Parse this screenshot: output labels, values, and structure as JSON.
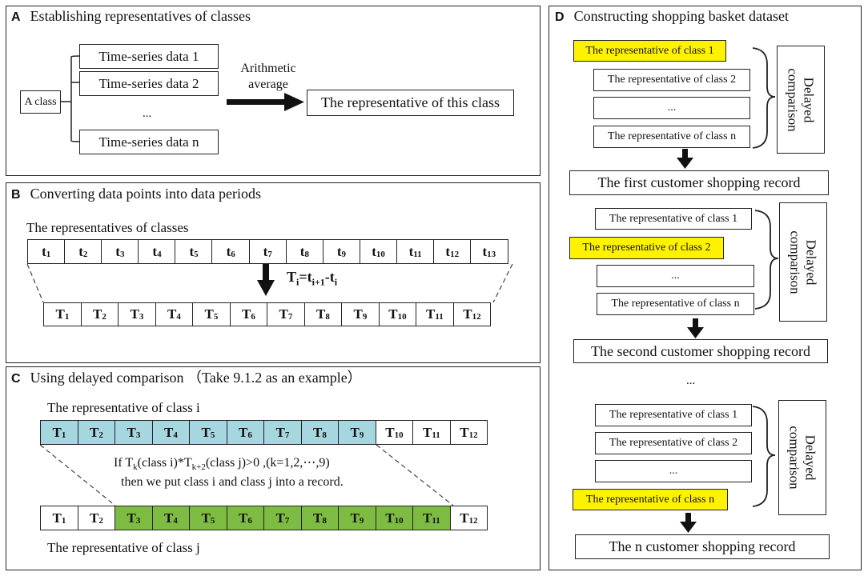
{
  "panelA": {
    "letter": "A",
    "title": "Establishing representatives of classes",
    "class_box": "A class",
    "series": [
      "Time-series data 1",
      "Time-series data 2",
      "Time-series data n"
    ],
    "ellipsis": "...",
    "arrow_label_1": "Arithmetic",
    "arrow_label_2": "average",
    "result": "The representative of this class"
  },
  "panelB": {
    "letter": "B",
    "title": "Converting data points into data periods",
    "subtitle": "The representatives of classes",
    "points": [
      {
        "b": "t",
        "s": "1"
      },
      {
        "b": "t",
        "s": "2"
      },
      {
        "b": "t",
        "s": "3"
      },
      {
        "b": "t",
        "s": "4"
      },
      {
        "b": "t",
        "s": "5"
      },
      {
        "b": "t",
        "s": "6"
      },
      {
        "b": "t",
        "s": "7"
      },
      {
        "b": "t",
        "s": "8"
      },
      {
        "b": "t",
        "s": "9"
      },
      {
        "b": "t",
        "s": "10"
      },
      {
        "b": "t",
        "s": "11"
      },
      {
        "b": "t",
        "s": "12"
      },
      {
        "b": "t",
        "s": "13"
      }
    ],
    "periods": [
      {
        "b": "T",
        "s": "1"
      },
      {
        "b": "T",
        "s": "2"
      },
      {
        "b": "T",
        "s": "3"
      },
      {
        "b": "T",
        "s": "4"
      },
      {
        "b": "T",
        "s": "5"
      },
      {
        "b": "T",
        "s": "6"
      },
      {
        "b": "T",
        "s": "7"
      },
      {
        "b": "T",
        "s": "8"
      },
      {
        "b": "T",
        "s": "9"
      },
      {
        "b": "T",
        "s": "10"
      },
      {
        "b": "T",
        "s": "11"
      },
      {
        "b": "T",
        "s": "12"
      }
    ],
    "formula": {
      "lhs": "T",
      "lhs_sub": "i",
      "eq": "=t",
      "sub1": "i+1",
      "mid": "-t",
      "sub2": "i"
    }
  },
  "panelC": {
    "letter": "C",
    "title": "Using delayed comparison （Take 9.1.2 as an example）",
    "label_i": "The representative of class i",
    "label_j": "The representative of class j",
    "row_i": [
      {
        "b": "T",
        "s": "1",
        "c": "blue"
      },
      {
        "b": "T",
        "s": "2",
        "c": "blue"
      },
      {
        "b": "T",
        "s": "3",
        "c": "blue"
      },
      {
        "b": "T",
        "s": "4",
        "c": "blue"
      },
      {
        "b": "T",
        "s": "5",
        "c": "blue"
      },
      {
        "b": "T",
        "s": "6",
        "c": "blue"
      },
      {
        "b": "T",
        "s": "7",
        "c": "blue"
      },
      {
        "b": "T",
        "s": "8",
        "c": "blue"
      },
      {
        "b": "T",
        "s": "9",
        "c": "blue"
      },
      {
        "b": "T",
        "s": "10",
        "c": "white"
      },
      {
        "b": "T",
        "s": "11",
        "c": "white"
      },
      {
        "b": "T",
        "s": "12",
        "c": "white"
      }
    ],
    "row_j": [
      {
        "b": "T",
        "s": "1",
        "c": "white"
      },
      {
        "b": "T",
        "s": "2",
        "c": "white"
      },
      {
        "b": "T",
        "s": "3",
        "c": "green"
      },
      {
        "b": "T",
        "s": "4",
        "c": "green"
      },
      {
        "b": "T",
        "s": "5",
        "c": "green"
      },
      {
        "b": "T",
        "s": "6",
        "c": "green"
      },
      {
        "b": "T",
        "s": "7",
        "c": "green"
      },
      {
        "b": "T",
        "s": "8",
        "c": "green"
      },
      {
        "b": "T",
        "s": "9",
        "c": "green"
      },
      {
        "b": "T",
        "s": "10",
        "c": "green"
      },
      {
        "b": "T",
        "s": "11",
        "c": "green"
      },
      {
        "b": "T",
        "s": "12",
        "c": "white"
      }
    ],
    "condition": {
      "if": "If  T",
      "k": "k",
      "mid": "(class i)*T",
      "k2": "k+2",
      "rest": "(class j)>0 ,(k=1,2,⋯,9)"
    },
    "condition_line2": "then we put class i and class j into a record."
  },
  "panelD": {
    "letter": "D",
    "title": "Constructing  shopping basket dataset",
    "delayed_1": "Delayed",
    "delayed_2": "comparison",
    "ellipsis": "...",
    "groups": [
      {
        "items": [
          "The representative of class 1",
          "The representative of class 2",
          "...",
          "The representative of class n"
        ],
        "highlight": 0,
        "record": "The first customer shopping record"
      },
      {
        "items": [
          "The representative of class 1",
          "The representative of class 2",
          "...",
          "The representative of class n"
        ],
        "highlight": 1,
        "record": "The second customer shopping record"
      },
      {
        "items": [
          "The representative of class 1",
          "The representative of class 2",
          "...",
          "The representative of class n"
        ],
        "highlight": 3,
        "record": "The n customer shopping record"
      }
    ],
    "between_ellipsis": "..."
  },
  "colors": {
    "blue": "#a6d6df",
    "green": "#7dbb42",
    "yellow": "#fff200",
    "stroke": "#222222"
  }
}
